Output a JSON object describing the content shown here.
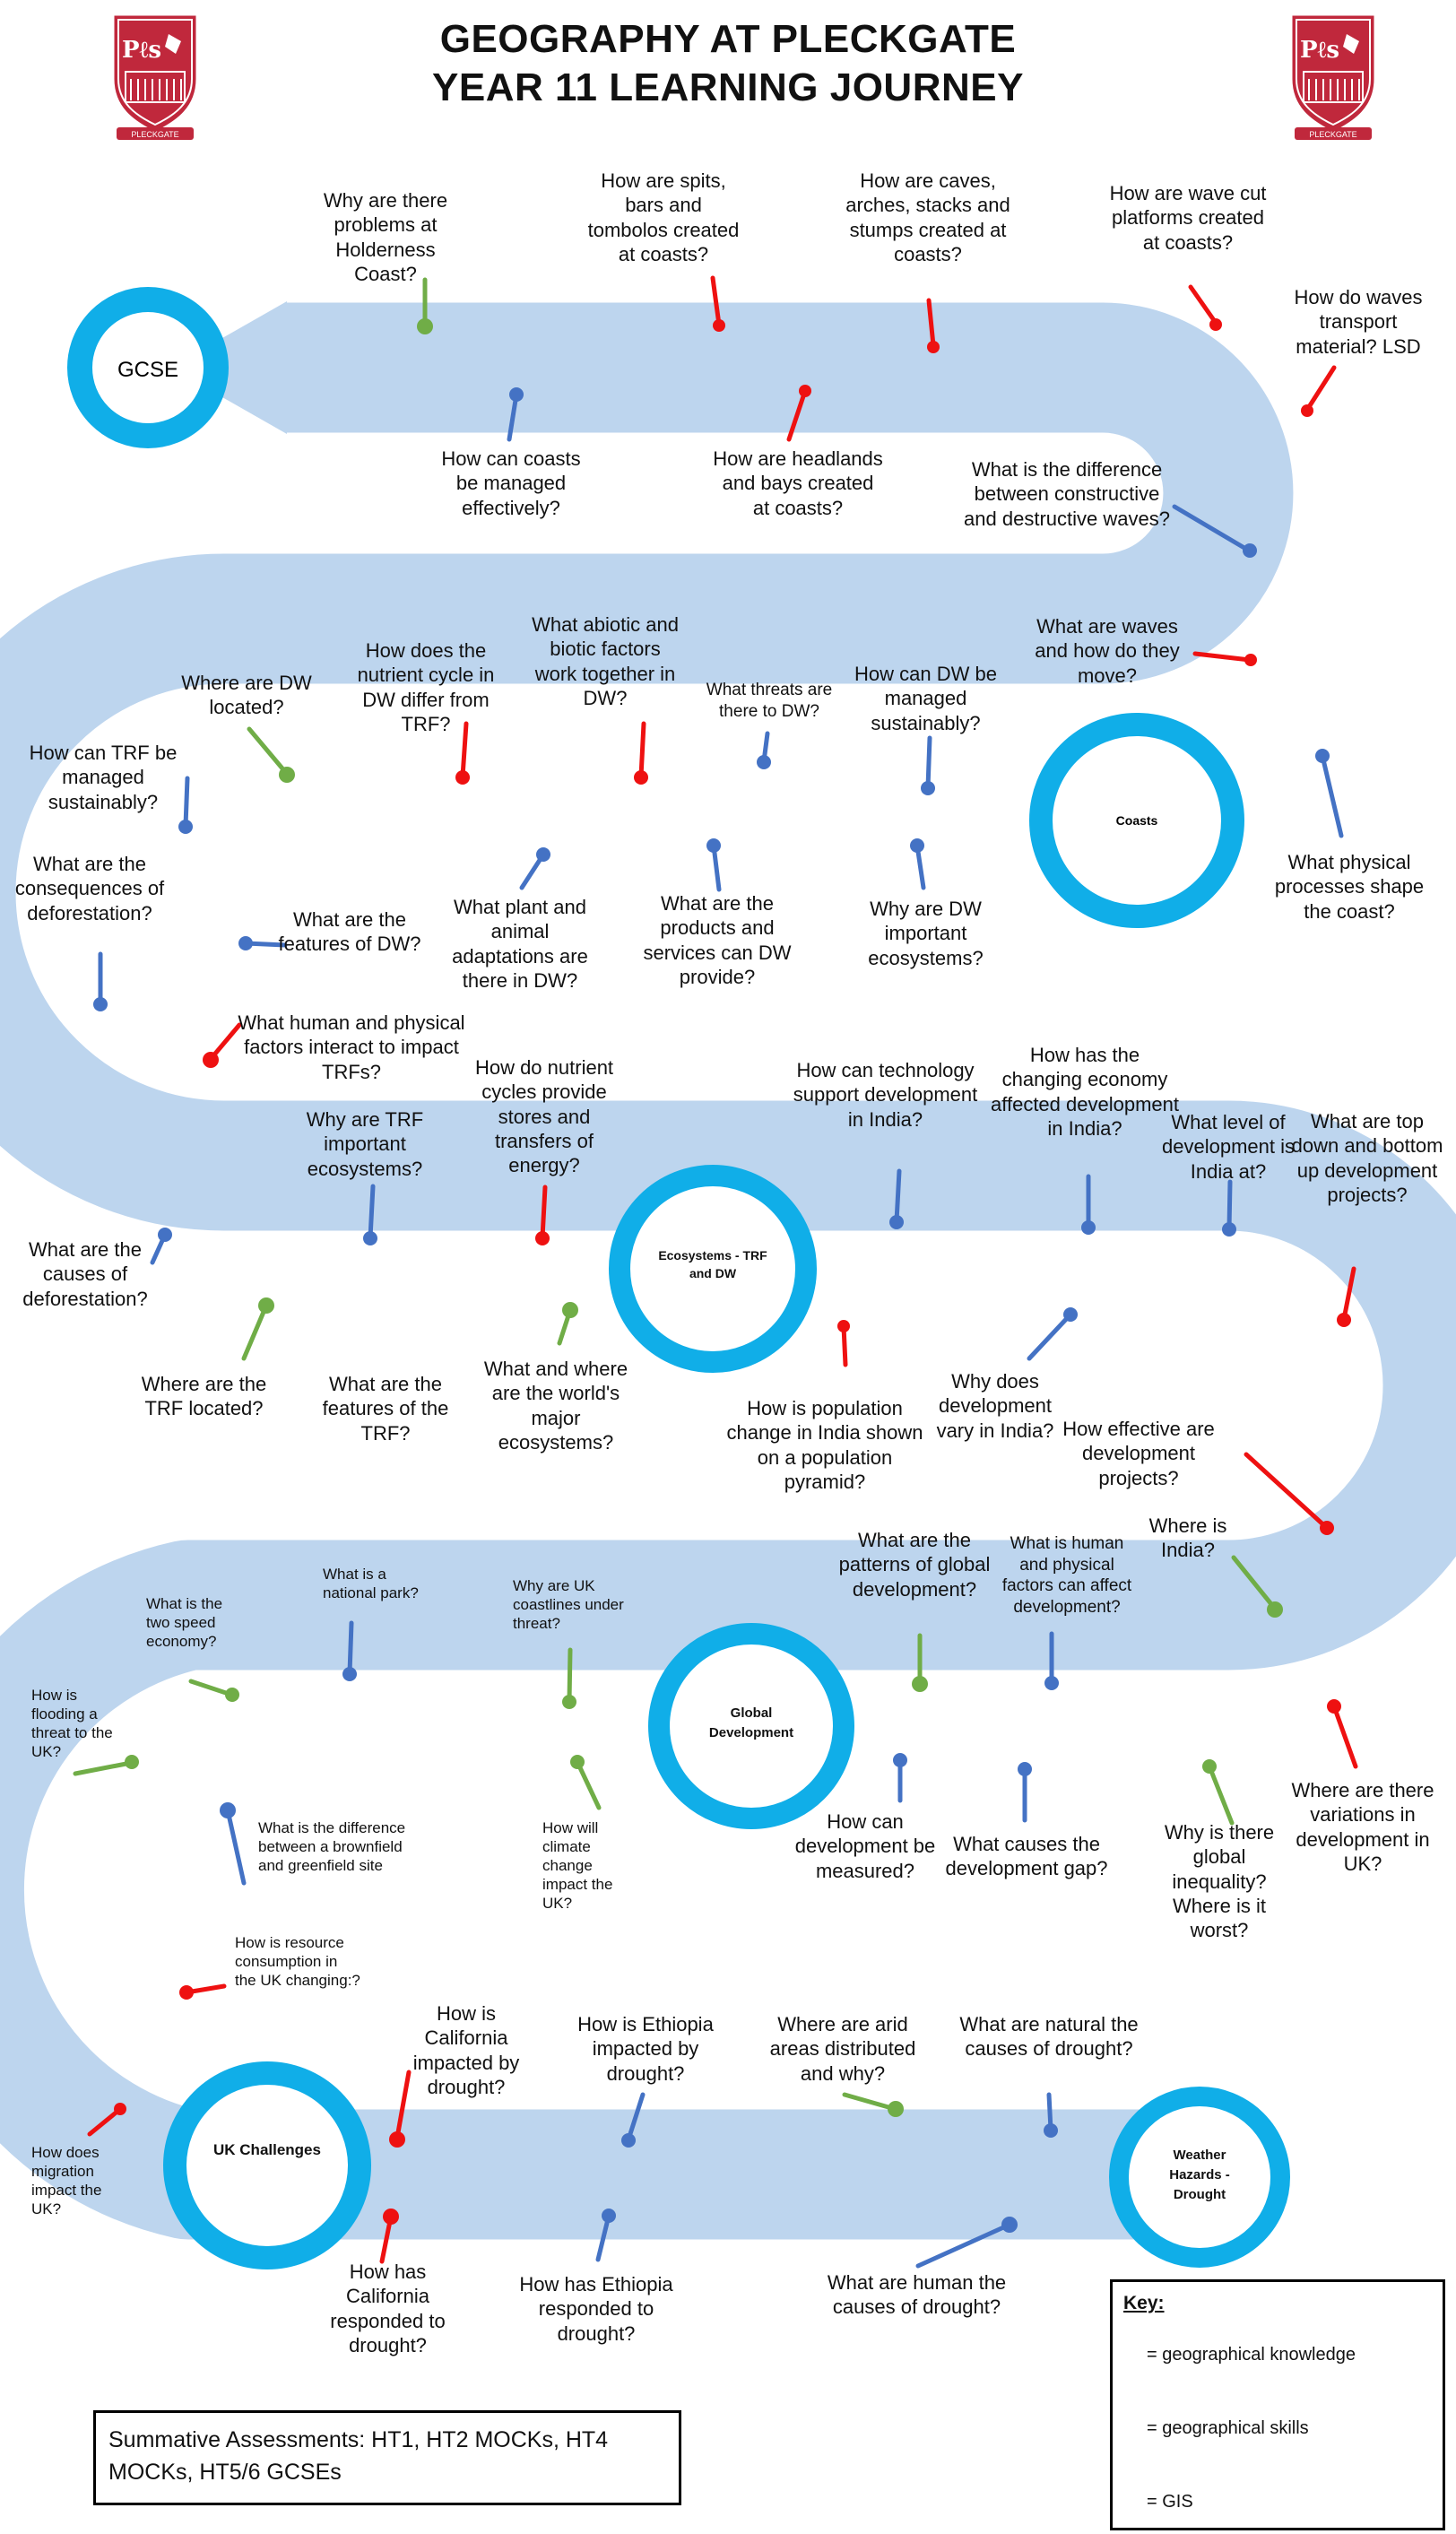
{
  "title": {
    "line1": "GEOGRAPHY AT PLECKGATE",
    "line2": "YEAR 11 LEARNING JOURNEY"
  },
  "crest": {
    "monogram": "Pℓs",
    "motto": "PLECKGATE",
    "color": "#c0283c"
  },
  "colors": {
    "path": "#bdd5ee",
    "ring": "#10aee8",
    "knowledge": "#4472c4",
    "skills": "#ee1111",
    "gis": "#70ad47"
  },
  "stations": {
    "gcse": "GCSE",
    "coasts": "Coasts",
    "ecosystems": "Ecosystems - TRF and DW",
    "global": "Global Development",
    "uk": "UK Challenges",
    "weather": "Weather Hazards - Drought"
  },
  "questions": {
    "q_holderness": "Why are there problems at Holderness Coast?",
    "q_spits": "How are spits, bars and tombolos created at coasts?",
    "q_caves": "How are caves, arches, stacks and stumps created at coasts?",
    "q_wavecut": "How are wave cut platforms created at coasts?",
    "q_transport": "How do waves transport material? LSD",
    "q_managed": "How can coasts be managed effectively?",
    "q_headlands": "How are headlands and bays created at coasts?",
    "q_waves_diff": "What is the difference between constructive and destructive waves?",
    "q_waves_move": "What are waves and how do they move?",
    "q_physical": "What physical processes shape the coast?",
    "q_dw_located": "Where are DW located?",
    "q_nutrient_dw": "How does the nutrient cycle in DW differ from TRF?",
    "q_abiotic": "What abiotic and biotic factors work together in DW?",
    "q_threats_dw": "What threats are there to DW?",
    "q_dw_sustain": "How can DW be managed sustainably?",
    "q_trf_sustain": "How can TRF be managed sustainably?",
    "q_consequences": "What are the consequences of deforestation?",
    "q_features_dw": "What are the features of DW?",
    "q_adaptations": "What plant and animal adaptations are there in DW?",
    "q_products": "What are the products and services can DW provide?",
    "q_dw_important": "Why are DW important ecosystems?",
    "q_human_physical_trf": "What human and physical factors interact to impact TRFs?",
    "q_trf_important": "Why are TRF important ecosystems?",
    "q_nutrient_cycles": "How do nutrient cycles provide stores and transfers of energy?",
    "q_technology": "How can technology support development in India?",
    "q_changing_economy": "How has the changing economy affected development in India?",
    "q_level_india": "What level of development is India at?",
    "q_topdown": "What are top down and bottom up development projects?",
    "q_causes_def": "What are the causes of deforestation?",
    "q_trf_located": "Where are the TRF located?",
    "q_features_trf": "What are the features of the TRF?",
    "q_major_ecosystems": "What and where are the world's major ecosystems?",
    "q_pop_pyramid": "How is population change in India shown on a population pyramid?",
    "q_vary_india": "Why does development vary in India?",
    "q_effective_projects": "How effective are development projects?",
    "q_where_india": "Where is India?",
    "q_patterns": "What are the patterns of global development?",
    "q_human_phys_dev": "What is human and physical factors can affect development?",
    "q_two_speed": "What is the two speed economy?",
    "q_national_park": "What is a national park?",
    "q_coastlines": "Why are UK coastlines under threat?",
    "q_flooding": "How is flooding a threat to the UK?",
    "q_brownfield": "What is the difference between a brownfield and greenfield site",
    "q_climate": "How will climate change impact the UK?",
    "q_measured": "How can development be measured?",
    "q_gap": "What causes the development gap?",
    "q_inequality": "Why is there global inequality? Where is it worst?",
    "q_variations_uk": "Where are there variations in development in UK?",
    "q_resource": "How is resource consumption in the UK changing:?",
    "q_california_impact": "How is California impacted by drought?",
    "q_ethiopia_impact": "How is Ethiopia impacted by drought?",
    "q_arid": "Where are arid areas distributed and why?",
    "q_natural_drought": "What are natural the causes of drought?",
    "q_migration": "How does migration impact the UK?",
    "q_california_resp": "How has California responded to drought?",
    "q_ethiopia_resp": "How has Ethiopia responded to drought?",
    "q_human_drought": "What are human the causes of drought?"
  },
  "summative": {
    "line1": "Summative Assessments: HT1, HT2 MOCKs, HT4",
    "line2": "MOCKs, HT5/6 GCSEs"
  },
  "key": {
    "title": "Key:",
    "knowledge": "= geographical knowledge",
    "skills": "= geographical skills",
    "gis": "= GIS"
  }
}
